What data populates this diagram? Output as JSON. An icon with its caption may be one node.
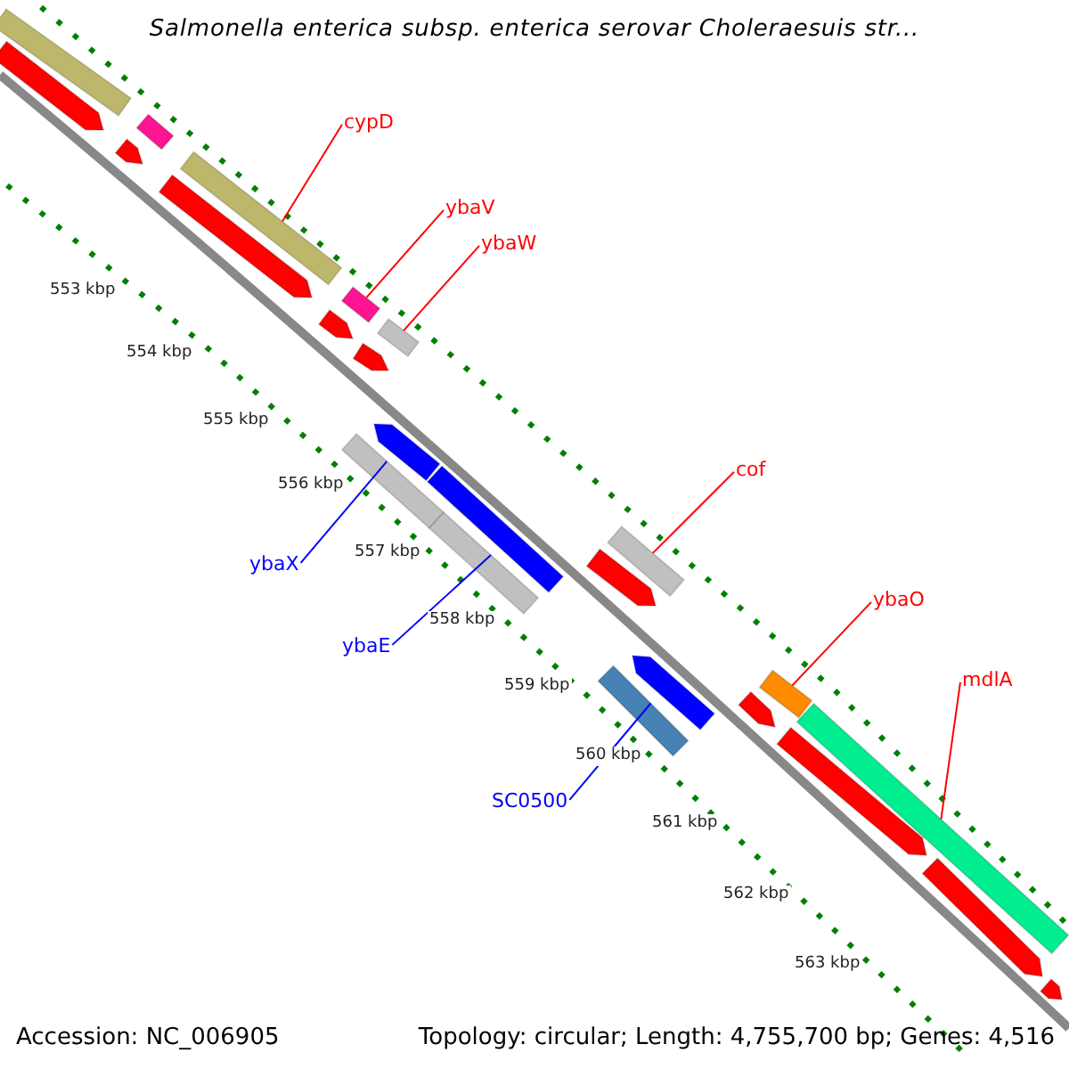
{
  "diagram": {
    "title": "Salmonella enterica subsp. enterica serovar Choleraesuis str...",
    "nodes": [
      {
        "text": [
          "cypD"
        ]
      },
      {
        "text": [
          "ybaV"
        ]
      },
      {
        "text": [
          "ybaW"
        ]
      },
      {
        "text": [
          "cof"
        ]
      },
      {
        "text": [
          "ybaO"
        ]
      },
      {
        "text": [
          "mdlA"
        ]
      },
      {
        "text": [
          "ybaX"
        ]
      },
      {
        "text": [
          "ybaE"
        ]
      },
      {
        "text": [
          "SC0500"
        ]
      },
      {
        "text": [],
        "shape": "bar"
      },
      {
        "text": [],
        "shape": "arrow"
      },
      {
        "text": [],
        "shape": "arrow"
      },
      {
        "text": [],
        "shape": "bar"
      },
      {
        "text": [],
        "shape": "arrow"
      },
      {
        "text": [],
        "shape": "bar"
      },
      {
        "text": [],
        "shape": "arrow"
      },
      {
        "text": [],
        "shape": "bar"
      },
      {
        "text": [],
        "shape": "bar"
      },
      {
        "text": [],
        "shape": "arrow"
      },
      {
        "text": [],
        "shape": "arrow"
      },
      {
        "text": [],
        "shape": "bar"
      },
      {
        "text": [],
        "shape": "bar"
      },
      {
        "text": [],
        "shape": "bar"
      },
      {
        "text": [],
        "shape": "arrow"
      },
      {
        "text": [],
        "shape": "bar"
      },
      {
        "text": [],
        "shape": "bar"
      },
      {
        "text": [],
        "shape": "arrow"
      },
      {
        "text": [],
        "shape": "arrow"
      },
      {
        "text": [],
        "shape": "bar"
      },
      {
        "text": [],
        "shape": "arrow"
      },
      {
        "text": [],
        "shape": "bar"
      },
      {
        "text": [],
        "shape": "arrow"
      },
      {
        "text": [],
        "shape": "arrow"
      }
    ],
    "edges": [
      {
        "from": 0,
        "to": 14,
        "arrow": "none"
      },
      {
        "from": 1,
        "to": 16,
        "arrow": "none"
      },
      {
        "from": 2,
        "to": 20,
        "arrow": "none"
      },
      {
        "from": 3,
        "to": 25,
        "arrow": "none"
      },
      {
        "from": 4,
        "to": 28,
        "arrow": "none"
      },
      {
        "from": 5,
        "to": 30,
        "arrow": "none"
      },
      {
        "from": 6,
        "to": 17,
        "arrow": "none",
        "color": "#0000ff"
      },
      {
        "from": 7,
        "to": 22,
        "arrow": "none",
        "color": "#0000ff"
      },
      {
        "from": 8,
        "to": 24,
        "arrow": "none",
        "color": "#0000ff"
      }
    ],
    "labels": [
      "553 kbp",
      "554 kbp",
      "555 kbp",
      "556 kbp",
      "557 kbp",
      "558 kbp",
      "559 kbp",
      "560 kbp",
      "561 kbp",
      "562 kbp",
      "563 kbp",
      "Accession: NC_006905",
      "Topology: circular; Length: 4,755,700 bp; Genes: 4,516"
    ]
  }
}
